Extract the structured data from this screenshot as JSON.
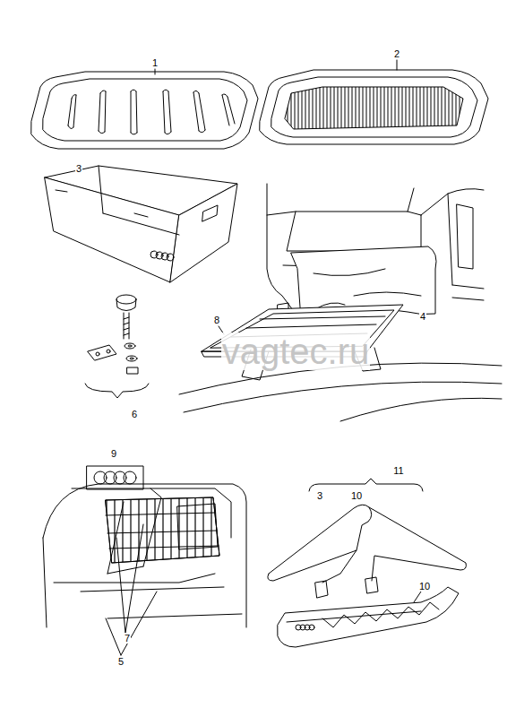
{
  "diagram": {
    "labels": [
      "1",
      "2",
      "3",
      "vagtec.ru",
      "4",
      "8",
      "6",
      "9",
      "11",
      "3",
      "10",
      "7",
      "5",
      "10"
    ]
  }
}
